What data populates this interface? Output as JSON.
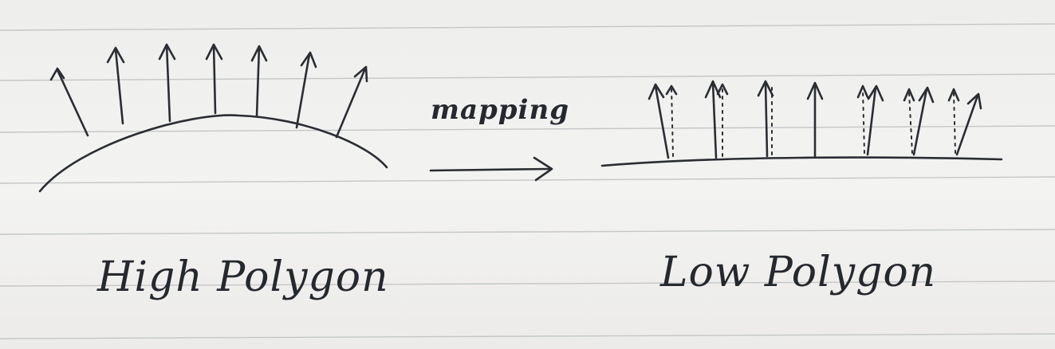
{
  "labels": {
    "high": "High Polygon",
    "low": "Low Polygon",
    "process": "mapping"
  },
  "colors": {
    "paper": "#f0f0ee",
    "ink": "#2a2d33",
    "rule_line": "#c4c6c8"
  }
}
